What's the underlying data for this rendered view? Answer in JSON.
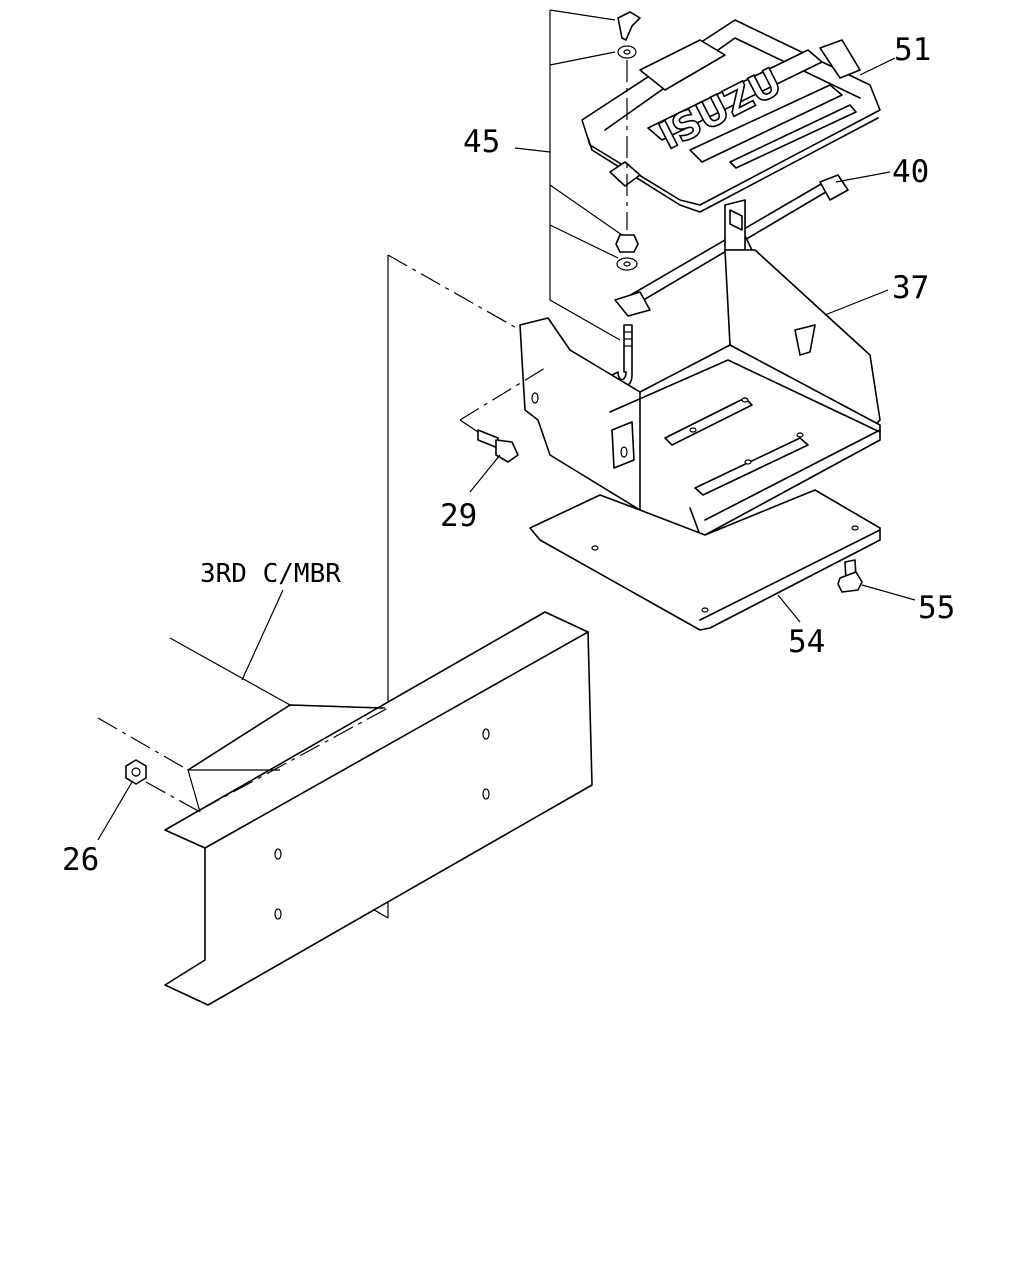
{
  "callouts": {
    "c51": "51",
    "c45": "45",
    "c40": "40",
    "c37": "37",
    "c29": "29",
    "c55": "55",
    "c54": "54",
    "c26": "26"
  },
  "labels": {
    "crossmember": "3RD C/MBR",
    "brand": "ISUZU"
  }
}
